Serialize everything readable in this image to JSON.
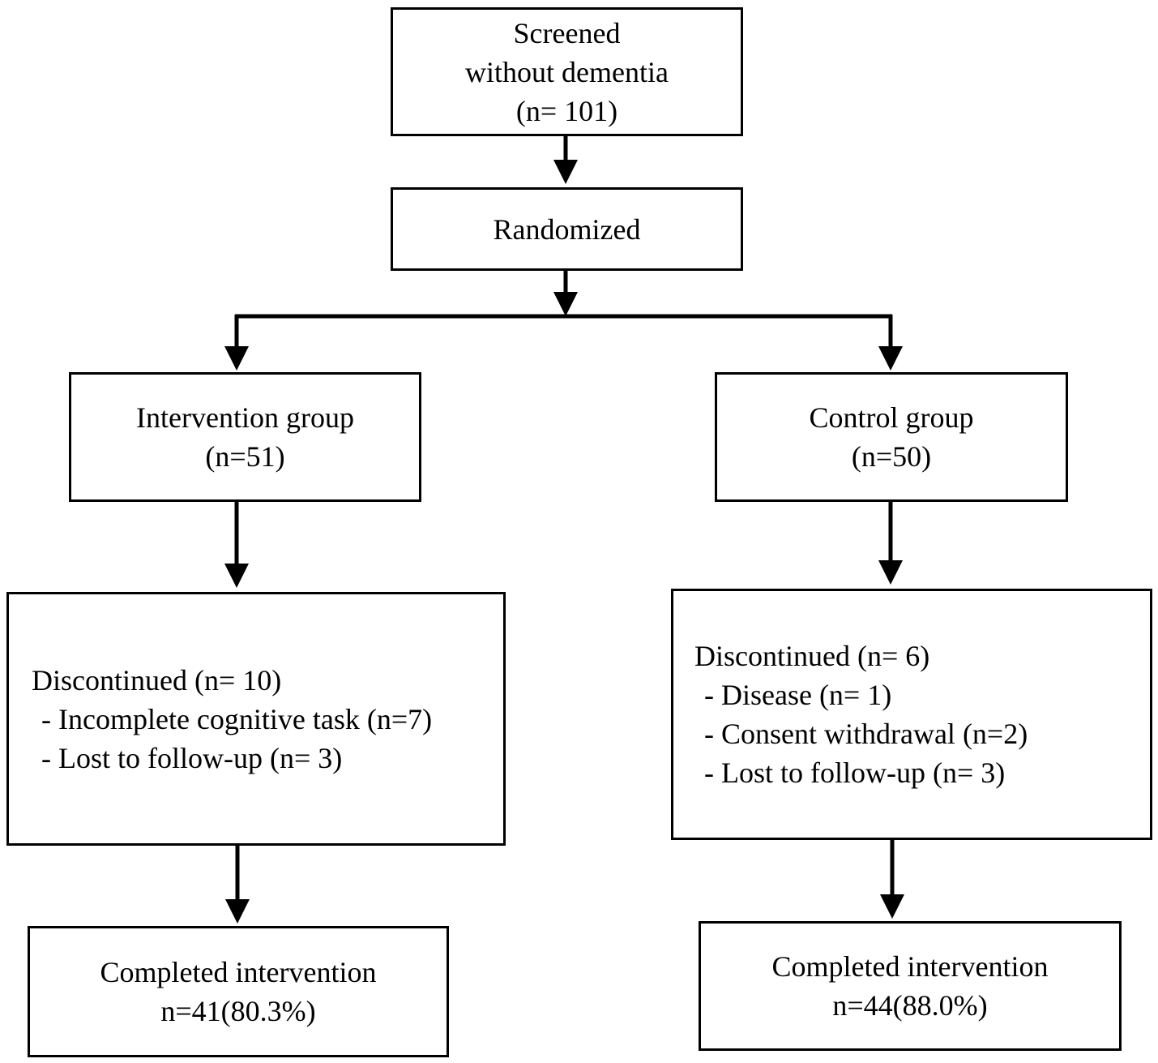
{
  "screened": {
    "line1": "Screened",
    "line2": "without dementia",
    "line3": "(n= 101)"
  },
  "randomized": {
    "label": "Randomized"
  },
  "intervention": {
    "title": "Intervention group",
    "count": "(n=51)",
    "discontinued": {
      "heading": "Discontinued (n= 10)",
      "reasons": [
        "- Incomplete cognitive task (n=7)",
        "- Lost to follow-up (n= 3)"
      ]
    },
    "completed": {
      "label": "Completed intervention",
      "count": "n=41(80.3%)"
    }
  },
  "control": {
    "title": "Control group",
    "count": "(n=50)",
    "discontinued": {
      "heading": "Discontinued (n= 6)",
      "reasons": [
        "- Disease (n= 1)",
        "- Consent withdrawal (n=2)",
        "- Lost to follow-up (n= 3)"
      ]
    },
    "completed": {
      "label": "Completed intervention",
      "count": "n=44(88.0%)"
    }
  }
}
